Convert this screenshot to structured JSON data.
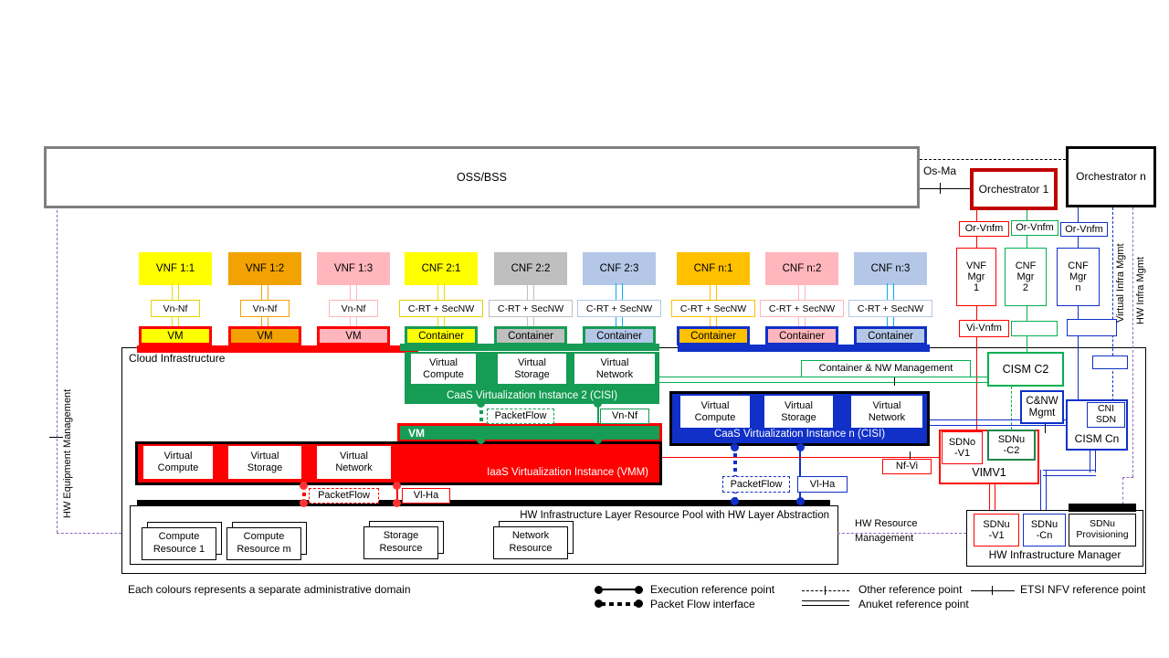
{
  "oss": "OSS/BSS",
  "top": {
    "os_ma": "Os-Ma",
    "orch1": "Orchestrator 1",
    "orchn": "Orchestrator n",
    "or_vnfm": [
      "Or-Vnfm",
      "Or-Vnfm",
      "Or-Vnfm"
    ],
    "mgr1": "VNF\nMgr\n1",
    "mgr2": "CNF\nMgr\n2",
    "mgrn": "CNF\nMgr\nn",
    "vi_vnfm": "Vi-Vnfm",
    "virtual_infra_mgmt": "Virtual Infra Mgmt",
    "hw_infra_mgmt": "HW Infra Mgmt"
  },
  "nf_columns": [
    {
      "label": "VNF 1:1",
      "ref": "Vn-Nf",
      "runtime": "VM",
      "fill": "#ffff00",
      "conn": "#eddf00",
      "ref_border": "#e3d400",
      "runtime_border": "#ff0000"
    },
    {
      "label": "VNF 1:2",
      "ref": "Vn-Nf",
      "runtime": "VM",
      "fill": "#f2a202",
      "conn": "#f2a202",
      "ref_border": "#f2a202",
      "runtime_border": "#ff0000"
    },
    {
      "label": "VNF 1:3",
      "ref": "Vn-Nf",
      "runtime": "VM",
      "fill": "#ffb6bc",
      "conn": "#ffb6bc",
      "ref_border": "#ffb6bc",
      "runtime_border": "#ff0000"
    },
    {
      "label": "CNF 2:1",
      "ref": "C-RT + SecNW",
      "runtime": "Container",
      "fill": "#ffff00",
      "conn": "#eddf00",
      "ref_border": "#e3d400",
      "runtime_border": "#169c54"
    },
    {
      "label": "CNF 2:2",
      "ref": "C-RT + SecNW",
      "runtime": "Container",
      "fill": "#bfbfbf",
      "conn": "#bfbfbf",
      "ref_border": "#bfbfbf",
      "runtime_border": "#169c54"
    },
    {
      "label": "CNF 2:3",
      "ref": "C-RT + SecNW",
      "runtime": "Container",
      "fill": "#b4c7e7",
      "conn": "#00b0f0",
      "ref_border": "#b4c7e7",
      "runtime_border": "#169c54"
    },
    {
      "label": "CNF n:1",
      "ref": "C-RT + SecNW",
      "runtime": "Container",
      "fill": "#ffc000",
      "conn": "#ffc000",
      "ref_border": "#ffc000",
      "runtime_border": "#1030c8"
    },
    {
      "label": "CNF n:2",
      "ref": "C-RT + SecNW",
      "runtime": "Container",
      "fill": "#ffb6bc",
      "conn": "#ffb6bc",
      "ref_border": "#ffb6bc",
      "runtime_border": "#1030c8"
    },
    {
      "label": "CNF n:3",
      "ref": "C-RT + SecNW",
      "runtime": "Container",
      "fill": "#b4c7e7",
      "conn": "#00b0f0",
      "ref_border": "#b4c7e7",
      "runtime_border": "#1030c8"
    }
  ],
  "cloud": {
    "label": "Cloud Infrastructure",
    "caas2": {
      "title": "CaaS Virtualization Instance 2 (CISI)",
      "cells": [
        "Virtual\nCompute",
        "Virtual\nStorage",
        "Virtual\nNetwork"
      ],
      "packetflow": "PacketFlow",
      "vn_nf": "Vn-Nf"
    },
    "vm_bar": "VM",
    "iaas": {
      "title": "IaaS Virtualization Instance (VMM)",
      "cells": [
        "Virtual\nCompute",
        "Virtual\nStorage",
        "Virtual\nNetwork"
      ],
      "packetflow": "PacketFlow",
      "vl_ha": "Vl-Ha"
    },
    "caasn": {
      "title": "CaaS Virtualization Instance n (CISI)",
      "cells": [
        "Virtual\nCompute",
        "Virtual\nStorage",
        "Virtual\nNetwork"
      ],
      "packetflow": "PacketFlow",
      "vl_ha": "Vl-Ha"
    },
    "hw_pool": {
      "title": "HW Infrastructure Layer Resource Pool with HW Layer Abstraction",
      "resources": [
        "Compute\nResource 1",
        "Compute\nResource m",
        "Storage\nResource",
        "Network\nResource"
      ]
    }
  },
  "mgmt": {
    "cism_c2": "CISM C2",
    "container_nw_mgmt": "Container & NW Management",
    "cnw_mgmt": "C&NW\nMgmt",
    "cni_sdn": "CNI\nSDN",
    "cism_cn": "CISM Cn",
    "nf_vi": "Nf-Vi",
    "sdno_v1": "SDNo\n-V1",
    "sdnu_c2": "SDNu\n-C2",
    "vim": "VIMV1",
    "sdnu_v1": "SDNu\n-V1",
    "sdnu_cn": "SDNu\n-Cn",
    "sdnu_prov": "SDNu\nProvisioning",
    "hw_mgr": "HW Infrastructure Manager",
    "hw_resource_mgmt": "HW Resource\nManagement",
    "hw_equipment_mgmt": "HW Equipment Management"
  },
  "footnote": "Each colours represents a separate administrative domain",
  "legend": {
    "execution": "Execution reference point",
    "packet_flow": "Packet Flow interface",
    "other": "Other reference point",
    "anuket": "Anuket reference point",
    "etsi": "ETSI NFV reference point"
  },
  "colors": {
    "red": "#ff0000",
    "dark_red": "#c00000",
    "green": "#169c54",
    "green_line": "#00b050",
    "blue": "#1030c8",
    "cyan": "#00b0f0",
    "purple": "#9466bd",
    "gray_border": "#7f7f7f",
    "yellow": "#ffff00",
    "orange": "#f2a202",
    "gold": "#ffc000",
    "pink": "#ffb6bc",
    "gray": "#bfbfbf",
    "light_blue": "#b4c7e7"
  }
}
